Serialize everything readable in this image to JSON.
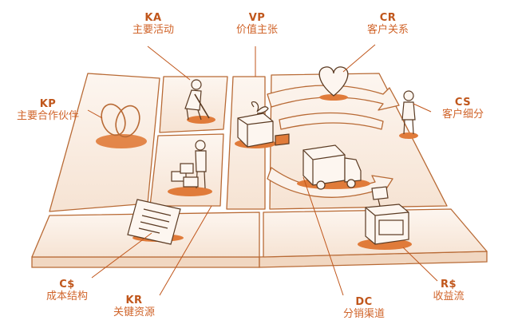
{
  "colors": {
    "accent": "#e07b3a",
    "text": "#c0561b",
    "board_fill": "#fbf2ea",
    "board_stroke": "#c8753d",
    "shadow": "#e8a06a"
  },
  "labels": {
    "KA": {
      "code": "KA",
      "name": "主要活动"
    },
    "VP": {
      "code": "VP",
      "name": "价值主张"
    },
    "CR": {
      "code": "CR",
      "name": "客户关系"
    },
    "KP": {
      "code": "KP",
      "name": "主要合作伙伴"
    },
    "CS": {
      "code": "CS",
      "name": "客户细分"
    },
    "CC": {
      "code": "C$",
      "name": "成本结构"
    },
    "KR": {
      "code": "KR",
      "name": "关键资源"
    },
    "DC": {
      "code": "DC",
      "name": "分销渠道"
    },
    "RS": {
      "code": "R$",
      "name": "收益流"
    }
  },
  "icons": [
    "rings-icon",
    "worker-mopping-icon",
    "person-with-boxes-icon",
    "gift-box-icon",
    "heart-icon",
    "customer-person-icon",
    "truck-icon",
    "cash-register-icon",
    "document-icon"
  ]
}
